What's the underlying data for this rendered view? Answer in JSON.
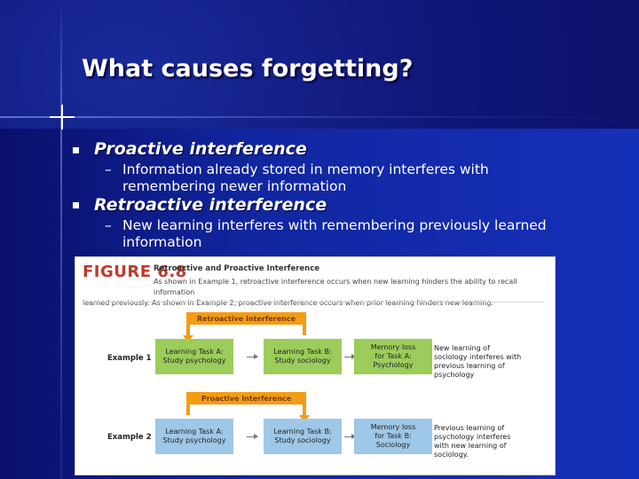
{
  "slide": {
    "title": "What causes forgetting?",
    "bullets": [
      {
        "heading": "Proactive interference",
        "sub": "Information already stored in memory interferes with remembering newer information"
      },
      {
        "heading": "Retroactive interference",
        "sub": "New learning interferes with remembering previously learned information"
      }
    ],
    "dash": "–"
  },
  "figure": {
    "label": "FIGURE 6.8",
    "subtitle": "Retroactive and Proactive Interference",
    "description_line1": "As shown in Example 1, retroactive interference occurs when new learning hinders the ability to recall information",
    "description_line2": "learned previously. As shown in Example 2, proactive interference occurs when prior learning hinders new learning.",
    "example1": {
      "label": "Example 1",
      "banner": "Retroactive Interference",
      "box_a": "Learning Task A:\nStudy psychology",
      "box_b": "Learning Task B:\nStudy sociology",
      "box_c": "Memory loss\nfor Task A:\nPsychology",
      "note": "New learning of sociology interferes with previous learning of psychology"
    },
    "example2": {
      "label": "Example 2",
      "banner": "Proactive Interference",
      "box_a": "Learning Task A:\nStudy psychology",
      "box_b": "Learning Task B:\nStudy sociology",
      "box_c": "Memory loss\nfor Task B:\nSociology",
      "note": "Previous learning of psychology interferes with new learning of sociology."
    },
    "colors": {
      "green": "#9ccc5a",
      "blue": "#9ec7e8",
      "orange": "#f39c12",
      "figure_label": "#c0392b"
    }
  }
}
